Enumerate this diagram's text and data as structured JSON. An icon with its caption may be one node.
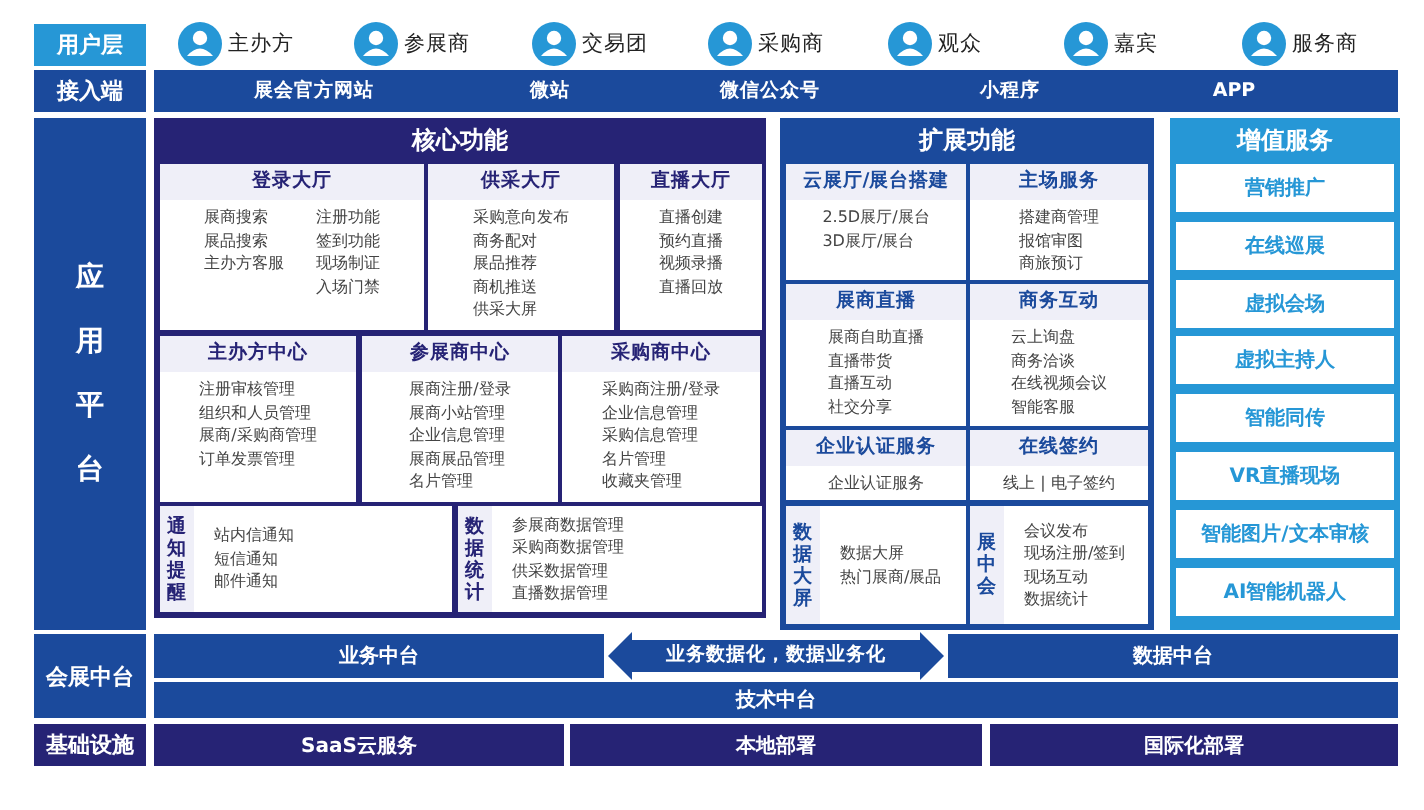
{
  "diagram": {
    "nodes": [
      {
        "text": [
          "用户层"
        ]
      },
      {
        "text": [
          "接入端"
        ]
      },
      {
        "text": [
          "展会官方网站",
          "微站",
          "微信公众号",
          "小程序",
          "APP"
        ]
      },
      {
        "text": [
          "应用平台"
        ]
      },
      {
        "text": [
          "核心功能"
        ]
      },
      {
        "text": [
          "登录大厅",
          "展商搜索",
          "展品搜索",
          "主办方客服",
          "注册功能",
          "签到功能",
          "现场制证",
          "入场门禁"
        ],
        "in": 4
      },
      {
        "text": [
          "供采大厅",
          "采购意向发布",
          "商务配对",
          "展品推荐",
          "商机推送",
          "供采大屏"
        ],
        "in": 4
      },
      {
        "text": [
          "直播大厅",
          "直播创建",
          "预约直播",
          "视频录播",
          "直播回放"
        ],
        "in": 4
      },
      {
        "text": [
          "主办方中心",
          "注册审核管理",
          "组织和人员管理",
          "展商/采购商管理",
          "订单发票管理"
        ],
        "in": 4
      },
      {
        "text": [
          "参展商中心",
          "展商注册/登录",
          "展商小站管理",
          "企业信息管理",
          "展商展品管理",
          "名片管理"
        ],
        "in": 4
      },
      {
        "text": [
          "采购商中心",
          "采购商注册/登录",
          "企业信息管理",
          "采购信息管理",
          "名片管理",
          "收藏夹管理"
        ],
        "in": 4
      },
      {
        "text": [
          "通知提醒",
          "站内信通知",
          "短信通知",
          "邮件通知"
        ],
        "in": 4
      },
      {
        "text": [
          "数据统计",
          "参展商数据管理",
          "采购商数据管理",
          "供采数据管理",
          "直播数据管理"
        ],
        "in": 4
      },
      {
        "text": [
          "扩展功能"
        ]
      },
      {
        "text": [
          "云展厅/展台搭建",
          "2.5D展厅/展台",
          "3D展厅/展台"
        ],
        "in": 13
      },
      {
        "text": [
          "主场服务",
          "搭建商管理",
          "报馆审图",
          "商旅预订"
        ],
        "in": 13
      },
      {
        "text": [
          "展商直播",
          "展商自助直播",
          "直播带货",
          "直播互动",
          "社交分享"
        ],
        "in": 13
      },
      {
        "text": [
          "商务互动",
          "云上询盘",
          "商务洽谈",
          "在线视频会议",
          "智能客服"
        ],
        "in": 13
      },
      {
        "text": [
          "企业认证服务",
          "企业认证服务"
        ],
        "in": 13
      },
      {
        "text": [
          "在线签约",
          "线上 | 电子签约"
        ],
        "in": 13
      },
      {
        "text": [
          "数据大屏",
          "数据大屏",
          "热门展商/展品"
        ],
        "in": 13
      },
      {
        "text": [
          "展中会",
          "会议发布",
          "现场注册/签到",
          "现场互动",
          "数据统计"
        ],
        "in": 13
      },
      {
        "text": [
          "增值服务"
        ]
      },
      {
        "text": [
          "营销推广"
        ],
        "in": 22
      },
      {
        "text": [
          "在线巡展"
        ],
        "in": 22
      },
      {
        "text": [
          "虚拟会场"
        ],
        "in": 22
      },
      {
        "text": [
          "虚拟主持人"
        ],
        "in": 22
      },
      {
        "text": [
          "智能同传"
        ],
        "in": 22
      },
      {
        "text": [
          "VR直播现场"
        ],
        "in": 22
      },
      {
        "text": [
          "智能图片/文本审核"
        ],
        "in": 22
      },
      {
        "text": [
          "AI智能机器人"
        ],
        "in": 22
      },
      {
        "text": [
          "会展中台"
        ]
      },
      {
        "text": [
          "业务中台"
        ]
      },
      {
        "text": [
          "数据中台"
        ]
      },
      {
        "text": [
          "技术中台"
        ]
      },
      {
        "text": [
          "基础设施"
        ]
      },
      {
        "text": [
          "SaaS云服务"
        ]
      },
      {
        "text": [
          "本地部署"
        ]
      },
      {
        "text": [
          "国际化部署"
        ]
      }
    ],
    "edges": [
      {
        "from": 32,
        "to": 33,
        "arrow": "both",
        "label": "业务数据化，数据业务化"
      }
    ],
    "labels": [
      "主办方",
      "参展商",
      "交易团",
      "采购商",
      "观众",
      "嘉宾",
      "服务商"
    ]
  }
}
